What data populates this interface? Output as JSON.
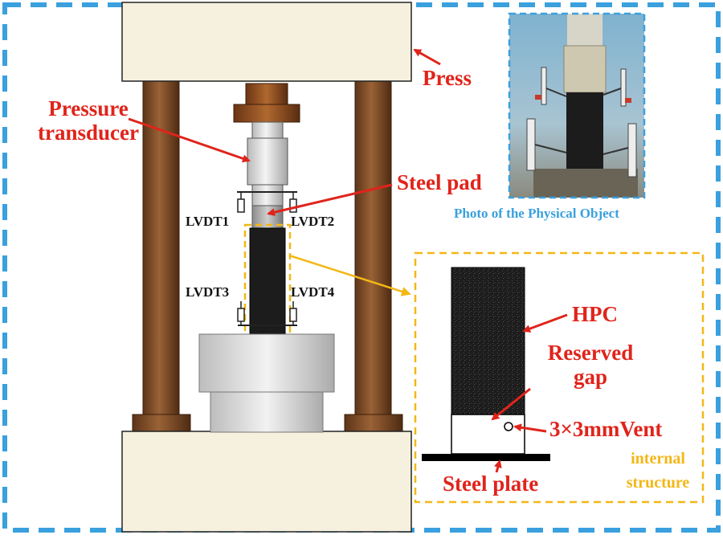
{
  "labels": {
    "press": "Press",
    "pressure_transducer_line1": "Pressure",
    "pressure_transducer_line2": "transducer",
    "steel_pad": "Steel pad",
    "lvdt1": "LVDT1",
    "lvdt2": "LVDT2",
    "lvdt3": "LVDT3",
    "lvdt4": "LVDT4",
    "hpc": "HPC",
    "reserved_gap_line1": "Reserved",
    "reserved_gap_line2": "gap",
    "vent": "3×3mmVent",
    "steel_plate": "Steel plate",
    "internal_structure_line1": "internal",
    "internal_structure_line2": "structure",
    "photo_caption": "Photo of the Physical Object"
  },
  "colors": {
    "outer_border": "#3aa0de",
    "detail_border": "#f3b716",
    "label_red": "#e0241b",
    "press_plate": "#f6f1de",
    "column": "#7a4a28",
    "specimen": "#1c1c1c",
    "flange": "#8a4a22"
  }
}
